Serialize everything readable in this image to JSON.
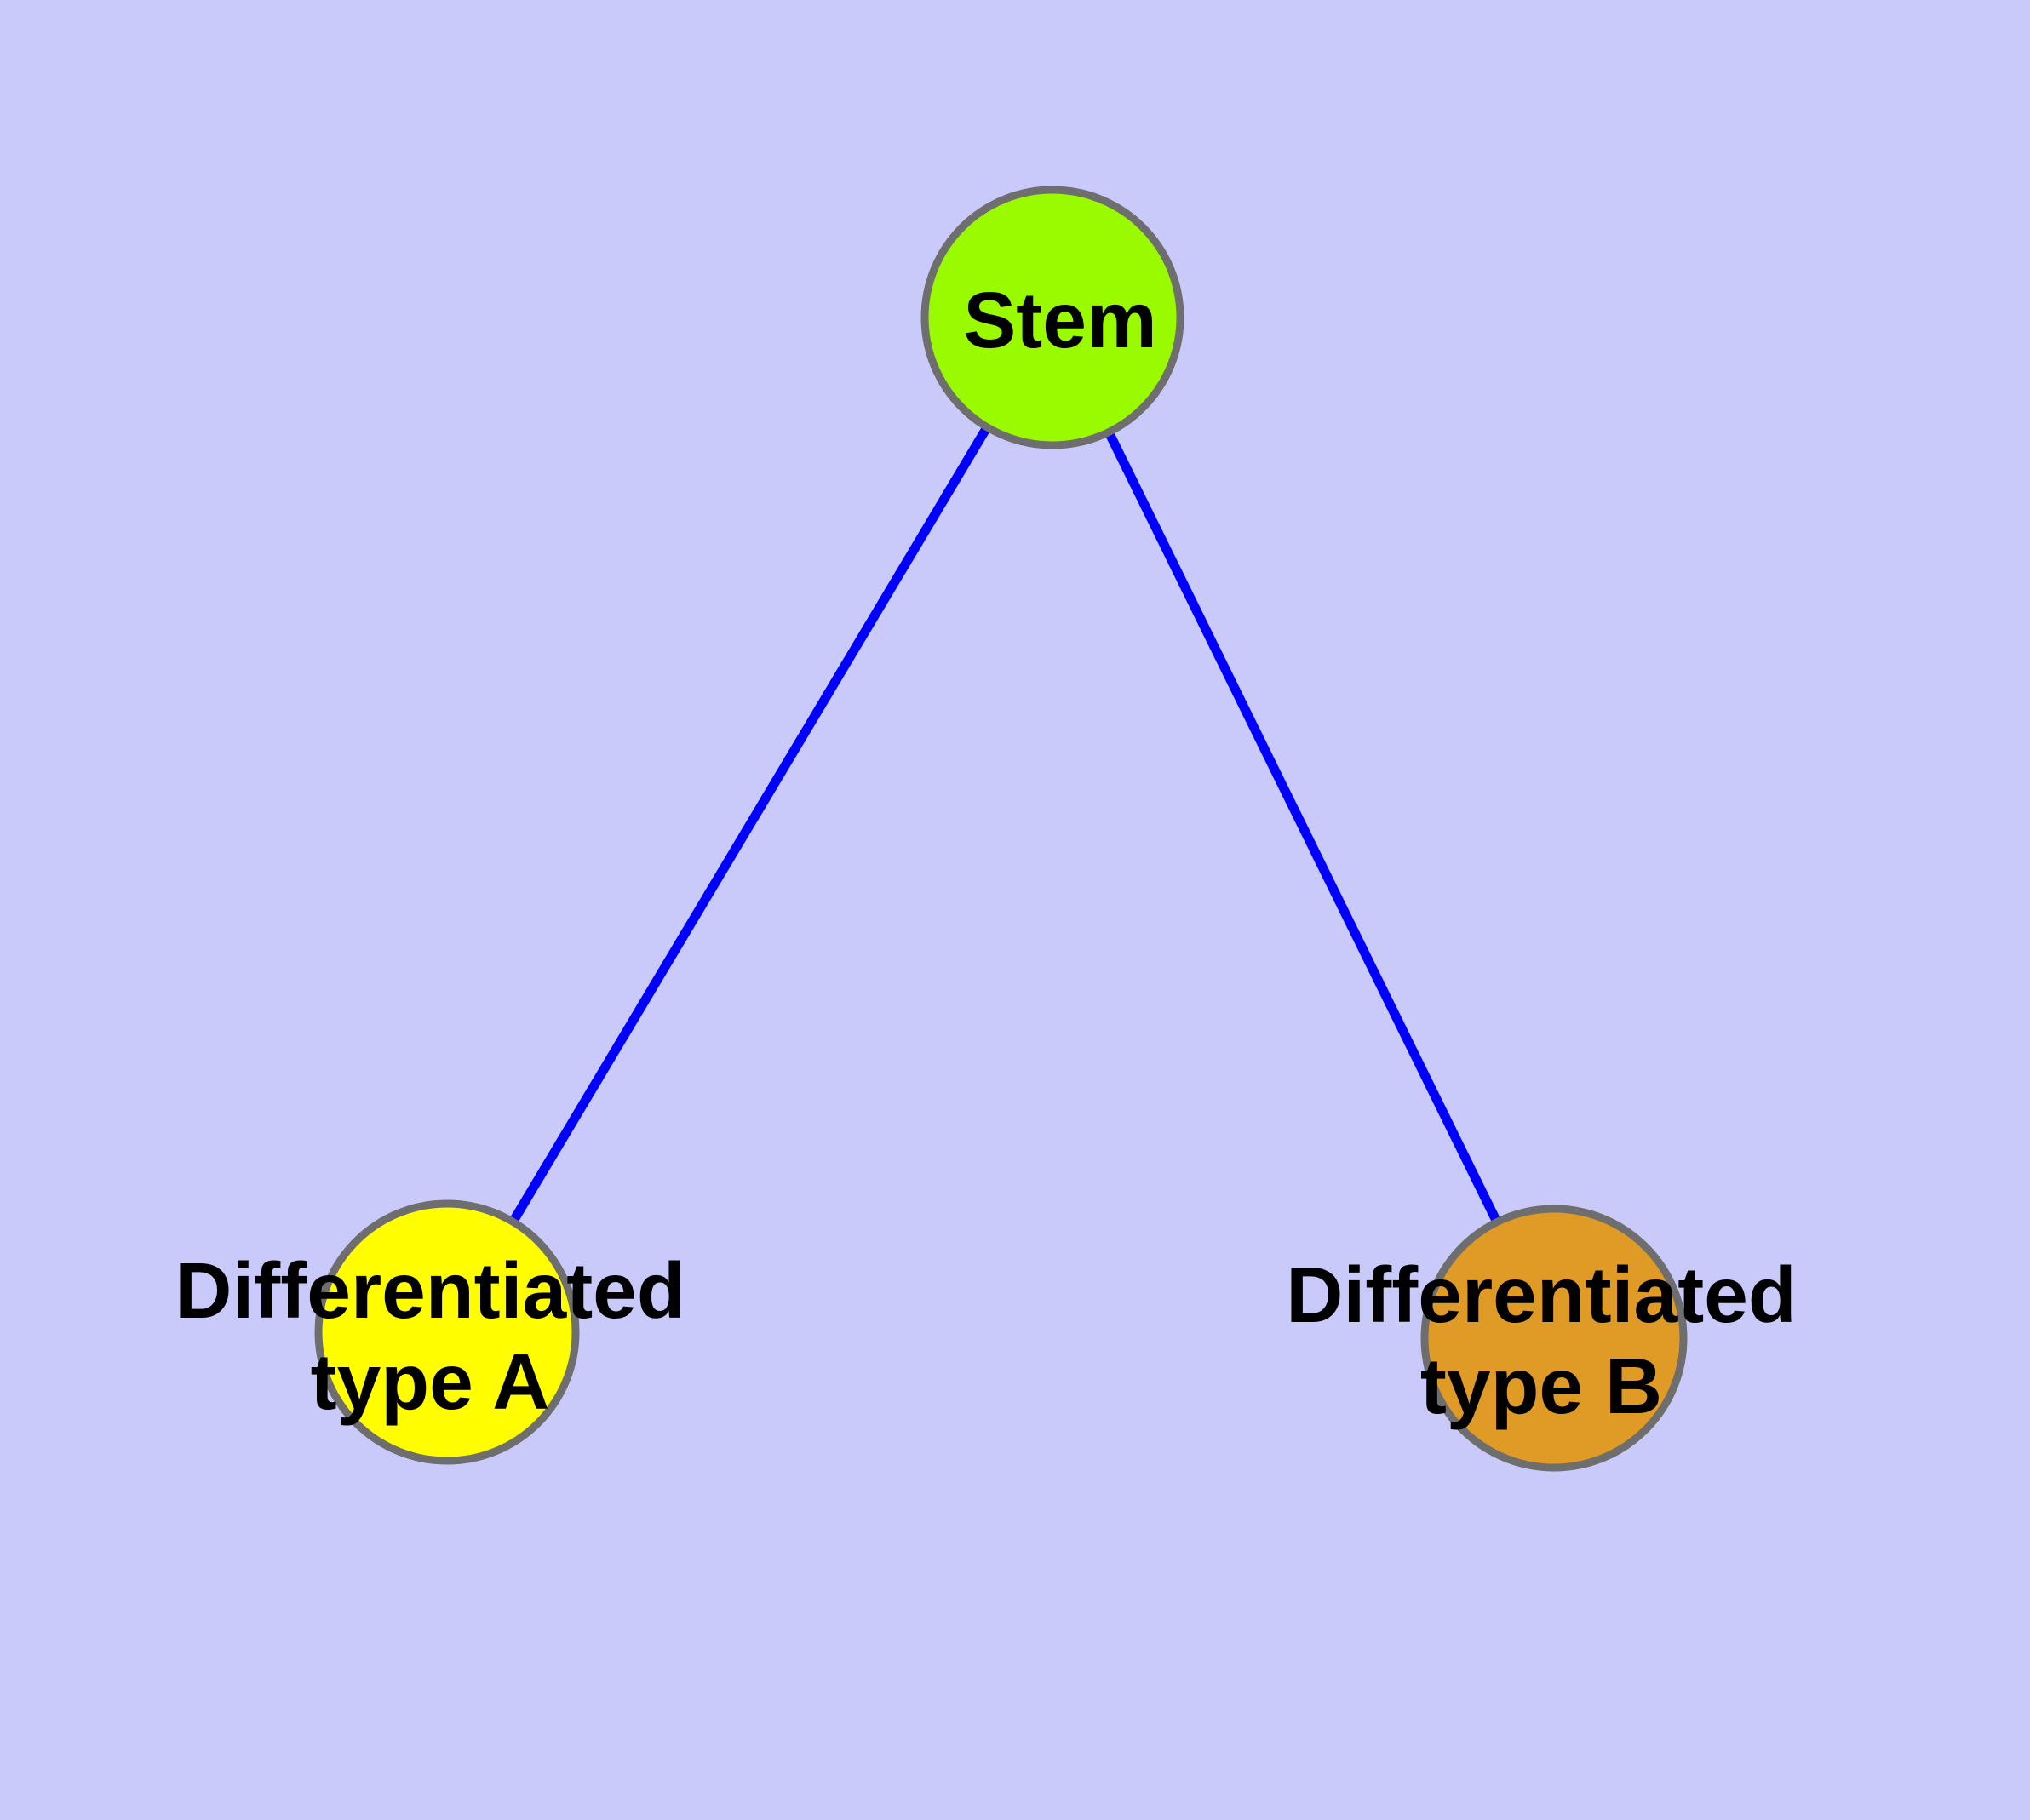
{
  "diagram": {
    "background_color": "#cacafa",
    "node_border_color": "#6e6e6e",
    "edge_color": "#0000ff",
    "label_color": "#000000",
    "nodes": [
      {
        "id": "stem",
        "label": "Stem",
        "fill": "#9afb00"
      },
      {
        "id": "differentiated-type-a",
        "label": "Differentiated type A",
        "label_line1": "Differentiated",
        "label_line2": "type A",
        "fill": "#fffd00"
      },
      {
        "id": "differentiated-type-b",
        "label": "Differentiated type B",
        "label_line1": "Differentiated",
        "label_line2": "type B",
        "fill": "#e09a26"
      }
    ],
    "edges": [
      {
        "from": "stem",
        "to": "differentiated-type-a"
      },
      {
        "from": "stem",
        "to": "differentiated-type-b"
      }
    ]
  }
}
